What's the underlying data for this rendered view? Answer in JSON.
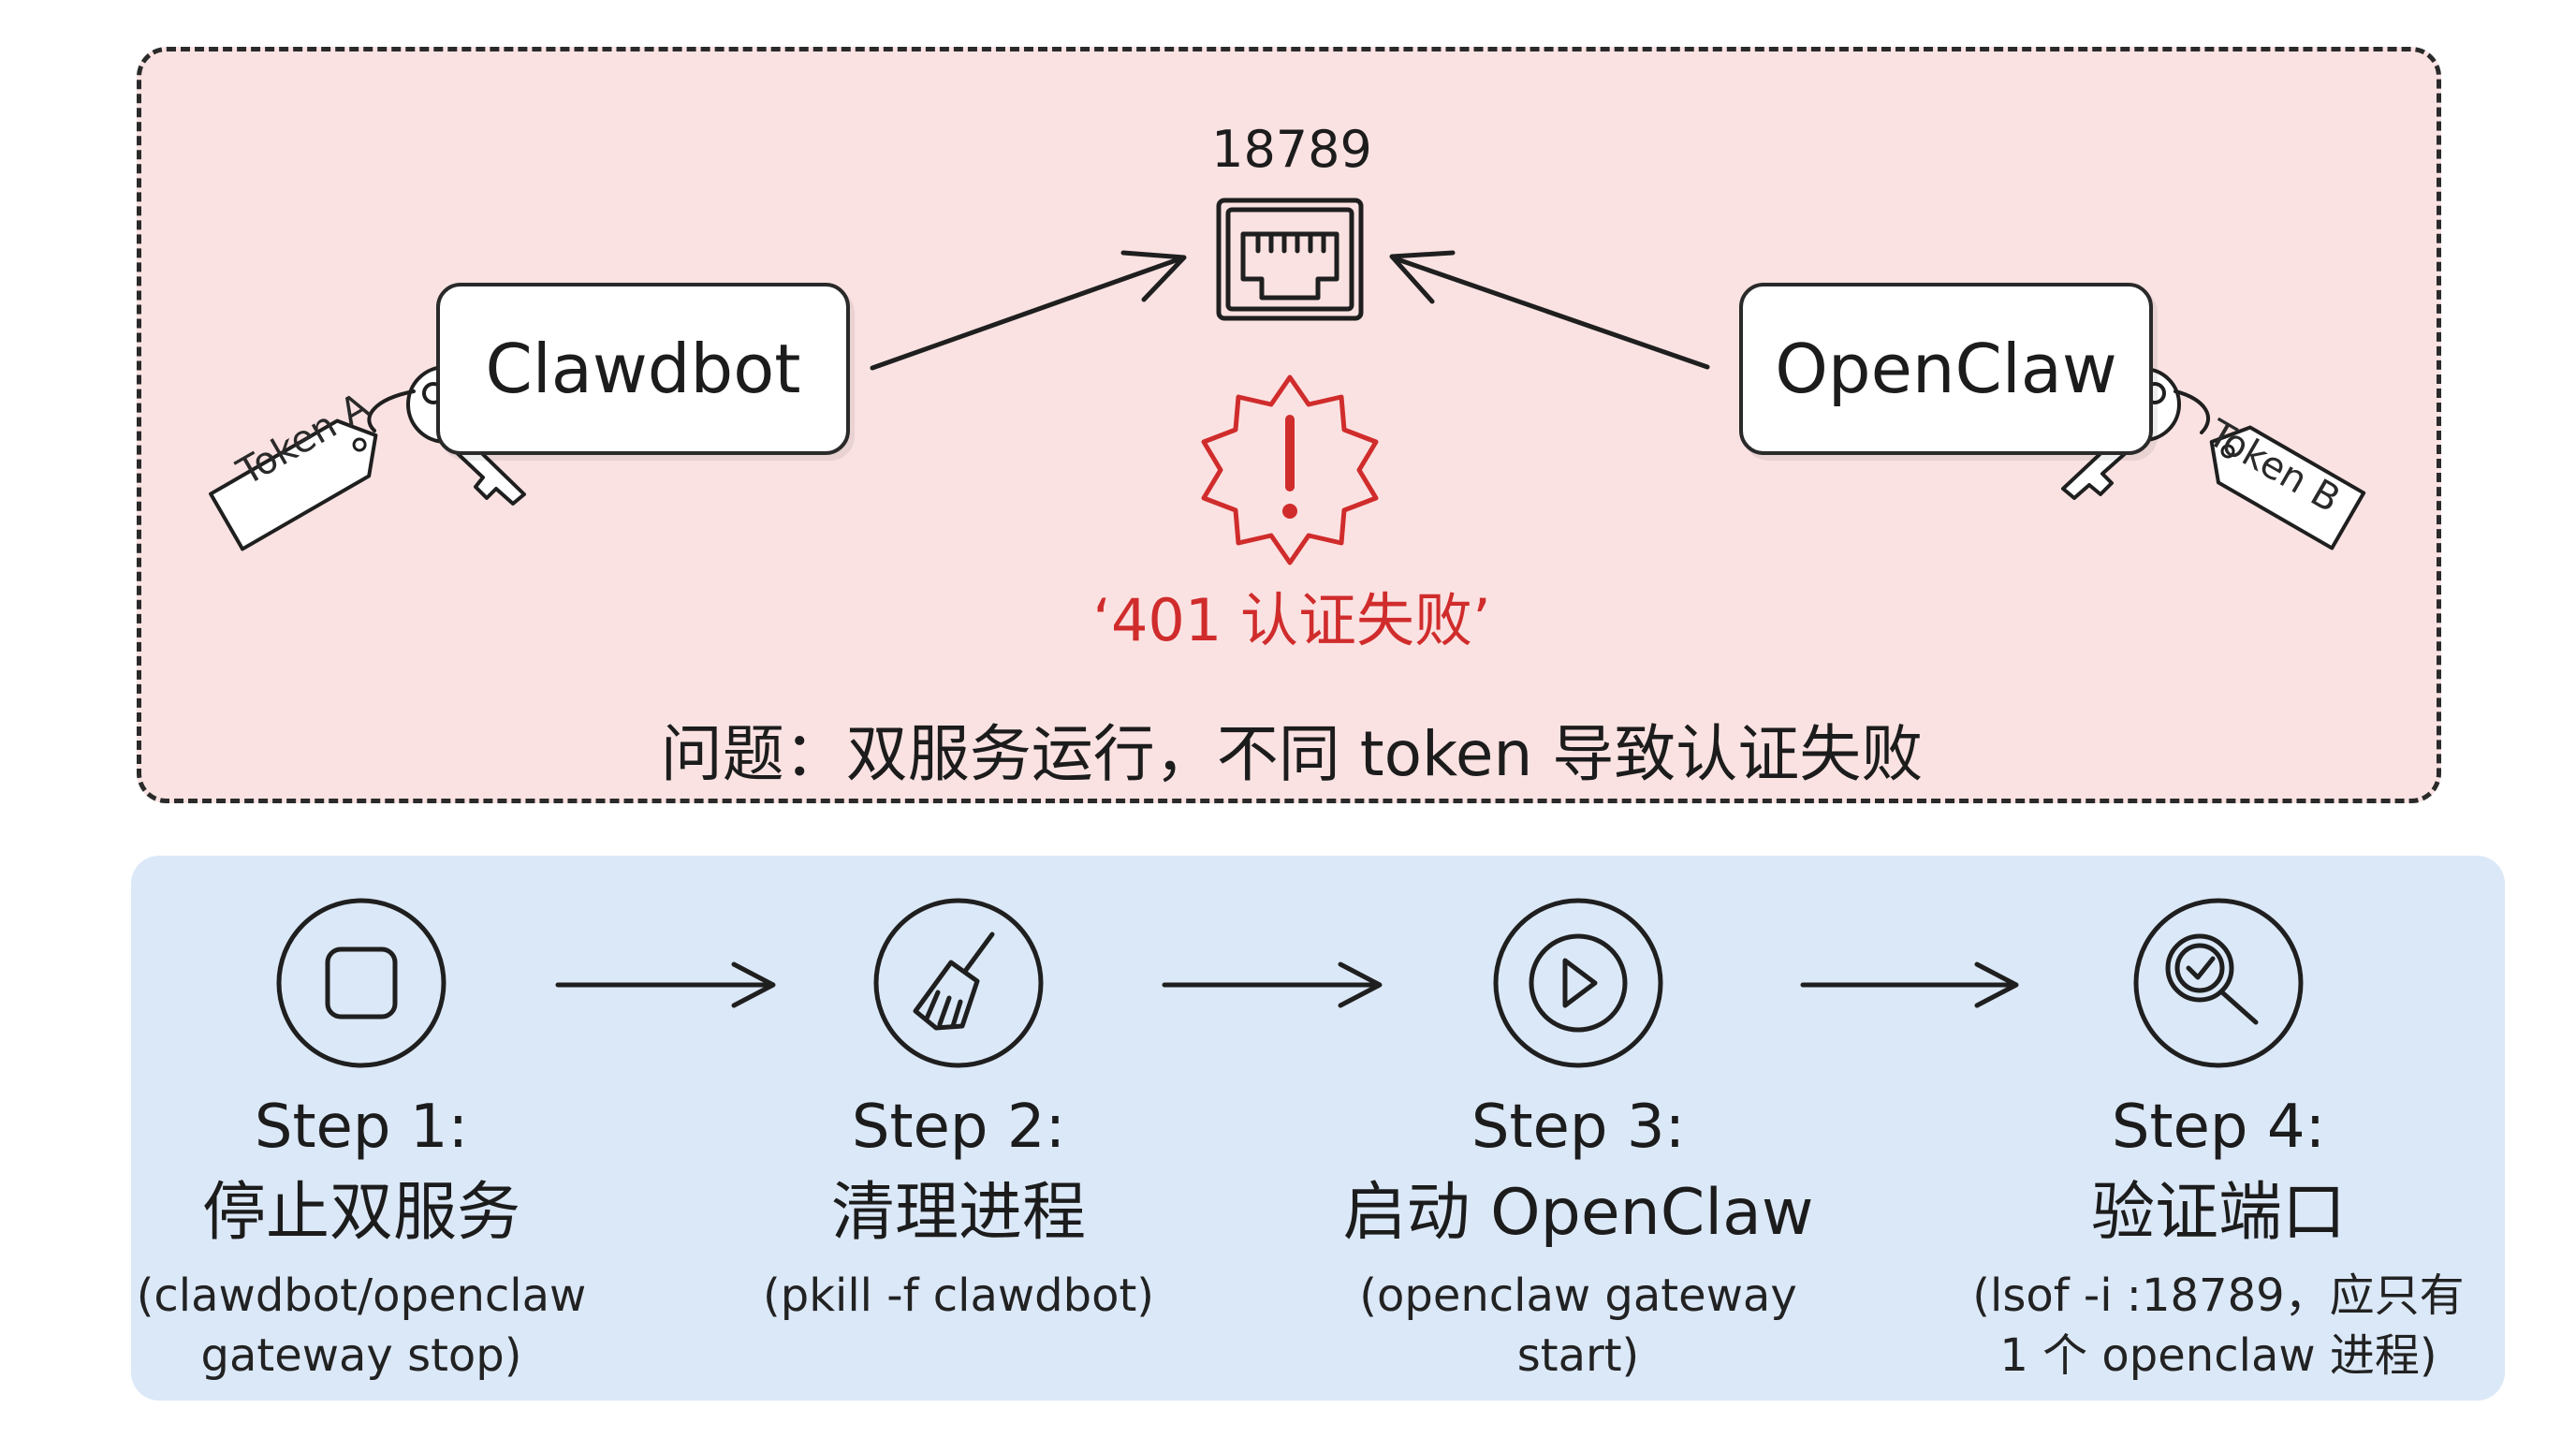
{
  "problem": {
    "port": "18789",
    "service_a": "Clawdbot",
    "service_b": "OpenClaw",
    "token_a": "Token A",
    "token_b": "Token B",
    "error": "‘401 认证失败’",
    "description": "问题：双服务运行，不同 token 导致认证失败",
    "error_color": "#d02c2c",
    "panel_color": "#fbe2e2"
  },
  "steps": {
    "panel_color": "#dbe8f8",
    "items": [
      {
        "title": "Step 1:",
        "name": "停止双服务",
        "cmd_line1": "(clawdbot/openclaw",
        "cmd_line2": "gateway stop)",
        "icon": "stop-icon"
      },
      {
        "title": "Step 2:",
        "name": "清理进程",
        "cmd_line1": "(pkill -f clawdbot)",
        "cmd_line2": "",
        "icon": "broom-icon"
      },
      {
        "title": "Step 3:",
        "name": "启动 OpenClaw",
        "cmd_line1": "(openclaw gateway start)",
        "cmd_line2": "",
        "icon": "play-icon"
      },
      {
        "title": "Step 4:",
        "name": "验证端口",
        "cmd_line1": "(lsof -i :18789，应只有",
        "cmd_line2": "1 个 openclaw 进程)",
        "icon": "magnifier-check-icon"
      }
    ]
  }
}
